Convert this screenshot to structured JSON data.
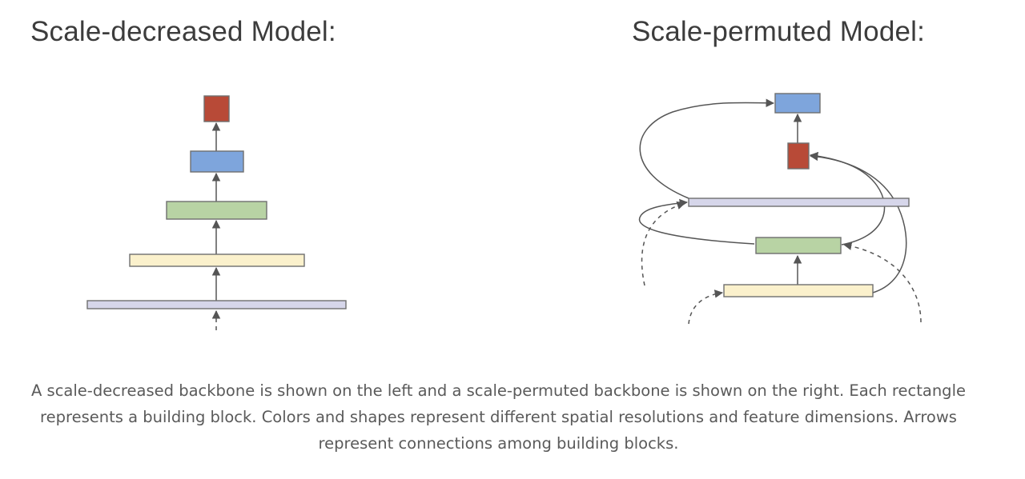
{
  "diagrams": {
    "left": {
      "title": "Scale-decreased Model:"
    },
    "right": {
      "title": "Scale-permuted Model:"
    }
  },
  "blocks": {
    "red": {
      "color": "#b84a37",
      "resolution_rank": 5
    },
    "blue": {
      "color": "#7ea5dc",
      "resolution_rank": 4
    },
    "green": {
      "color": "#b8d3a4",
      "resolution_rank": 3
    },
    "yellow": {
      "color": "#fbf1cc",
      "resolution_rank": 2
    },
    "lavender": {
      "color": "#d6d6ea",
      "resolution_rank": 1
    }
  },
  "edge_color": "#555555",
  "caption": "A scale-decreased backbone is shown on the left and a scale-permuted backbone is shown on the right. Each rectangle represents a building block. Colors and shapes represent different spatial resolutions and feature dimensions. Arrows represent connections among building blocks."
}
